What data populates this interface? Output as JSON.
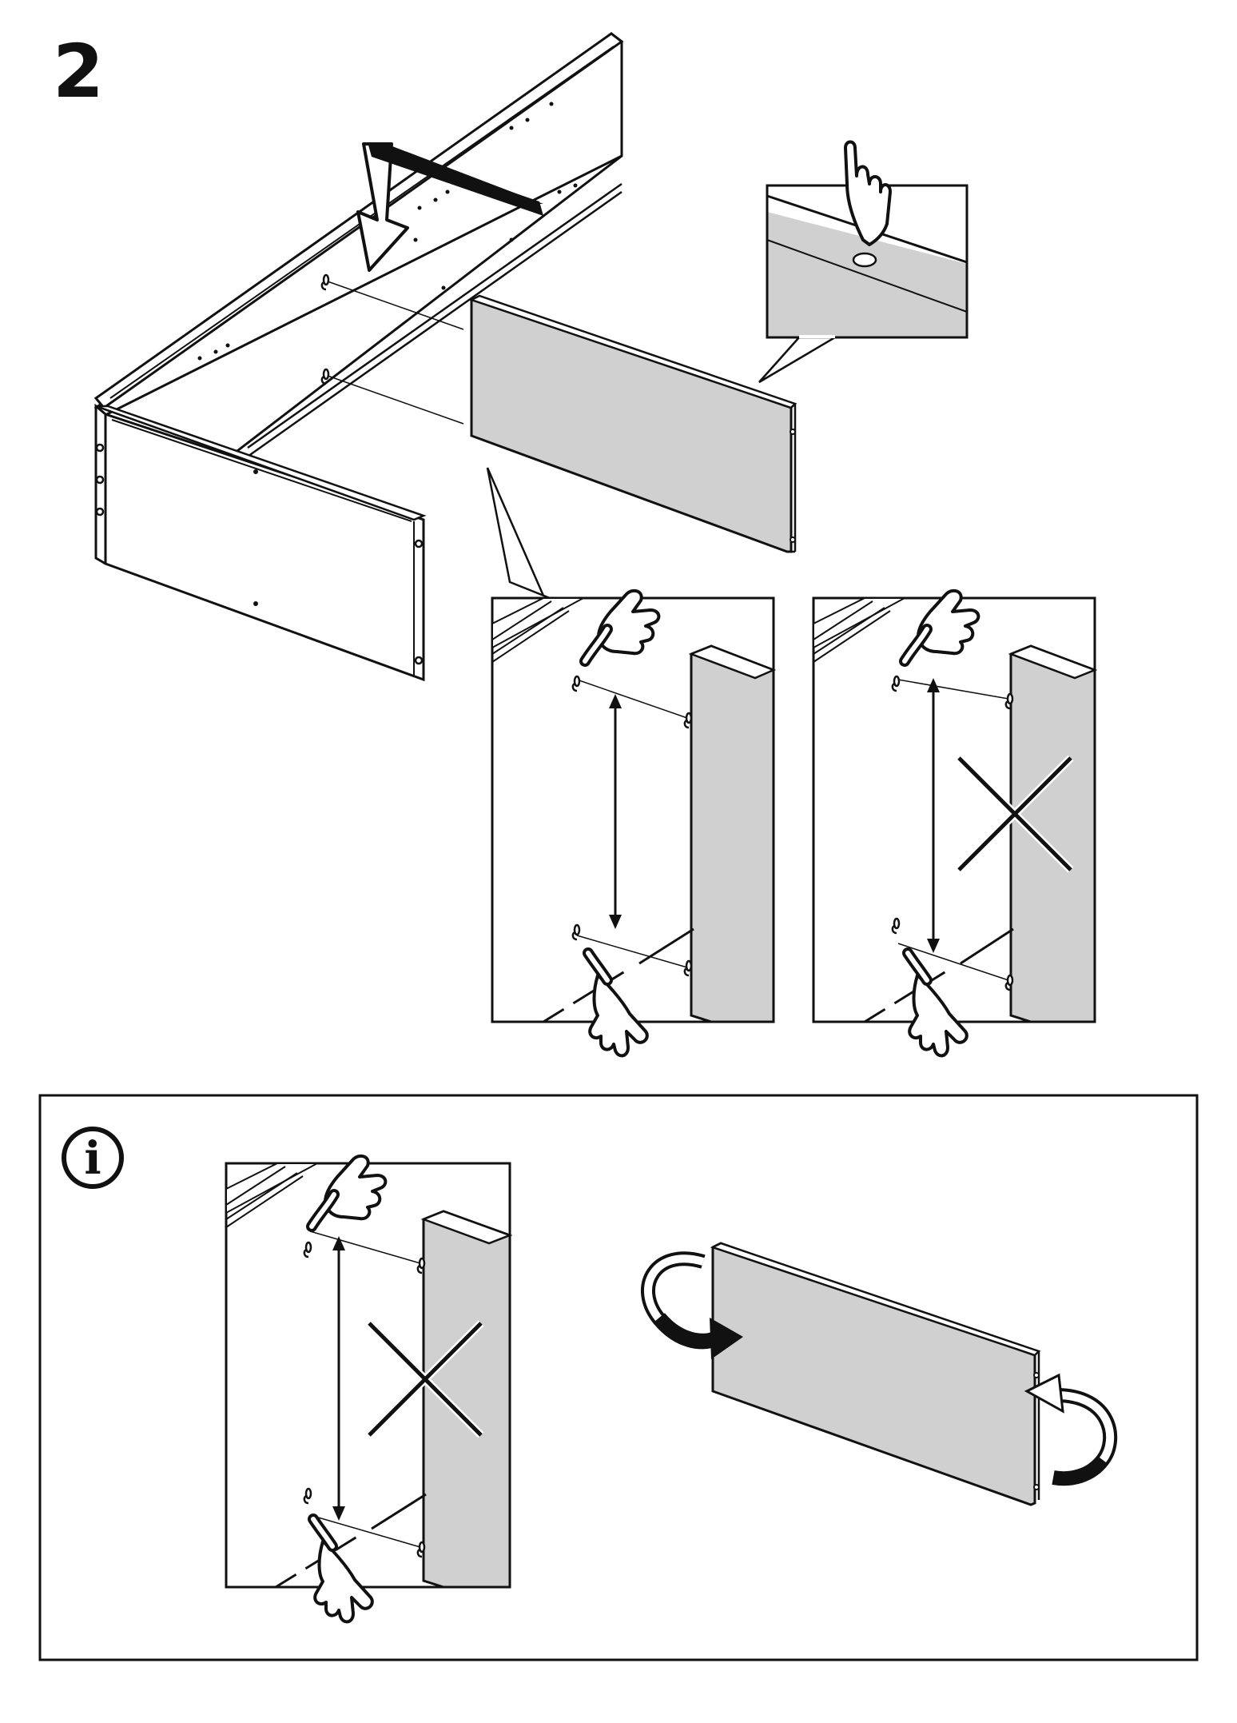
{
  "step": {
    "number": "2"
  },
  "info_box": {
    "symbol": "i"
  },
  "icons": {
    "step_number": "step-number",
    "info": "info-circle-icon",
    "correct": "vertical-arrow-icon",
    "wrong": "cross-x-icon",
    "rotate": "rotate-arrow-icon",
    "hand": "pointing-hand-icon"
  },
  "colors": {
    "line": "#1a1a1a",
    "panel_fill": "#d0d0d0",
    "background": "#ffffff"
  }
}
